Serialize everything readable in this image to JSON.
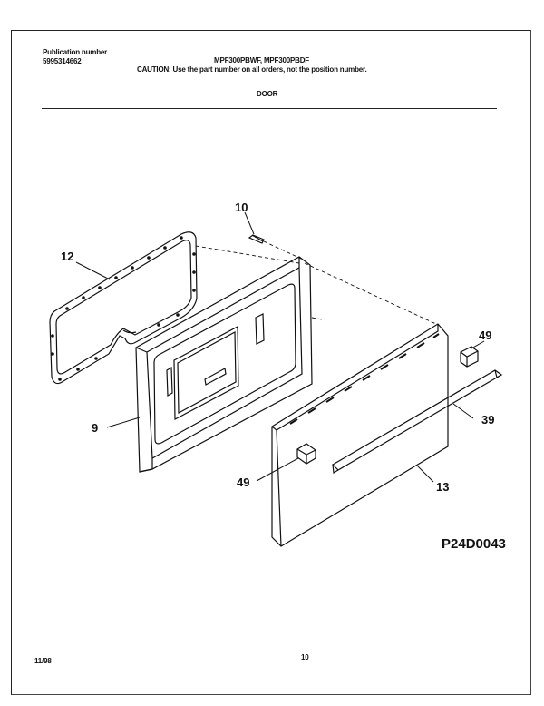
{
  "header": {
    "publication_label": "Publication number",
    "publication_number": "5995314662",
    "models": "MPF300PBWF, MPF300PBDF",
    "caution": "CAUTION:  Use the part number on all orders, not the position number.",
    "section_title": "DOOR"
  },
  "callouts": {
    "p10": "10",
    "p12": "12",
    "p9": "9",
    "p49a": "49",
    "p49b": "49",
    "p39": "39",
    "p13": "13"
  },
  "diagram_id": "P24D0043",
  "footer": {
    "date": "11/98",
    "page": "10"
  }
}
